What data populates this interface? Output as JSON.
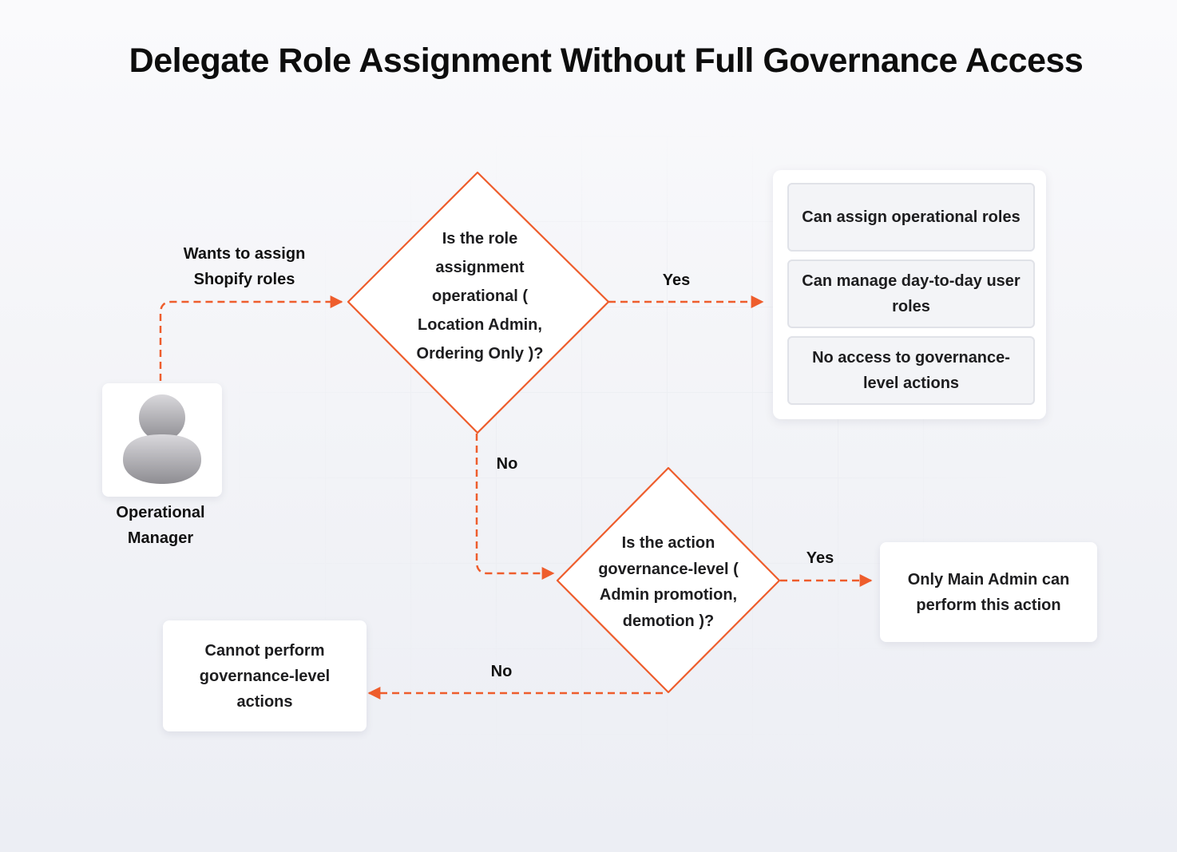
{
  "title": "Delegate Role Assignment Without Full Governance Access",
  "actor": {
    "name": "Operational Manager",
    "icon": "person-icon"
  },
  "edges": {
    "start": "Wants to assign Shopify roles",
    "d1_yes": "Yes",
    "d1_no": "No",
    "d2_yes": "Yes",
    "d2_no": "No"
  },
  "decision1": "Is the role assignment operational ( Location Admin, Ordering Only )?",
  "decision2": "Is the action governance-level ( Admin promotion, demotion )?",
  "permissions": [
    "Can assign operational roles",
    "Can manage day-to-day user roles",
    "No access to governance-level actions"
  ],
  "result_main_admin": "Only Main Admin can perform this action",
  "result_cannot": "Cannot perform governance-level actions",
  "colors": {
    "accent": "#ee5d2c",
    "card": "#ffffff",
    "item_bg": "#f3f4f7"
  }
}
